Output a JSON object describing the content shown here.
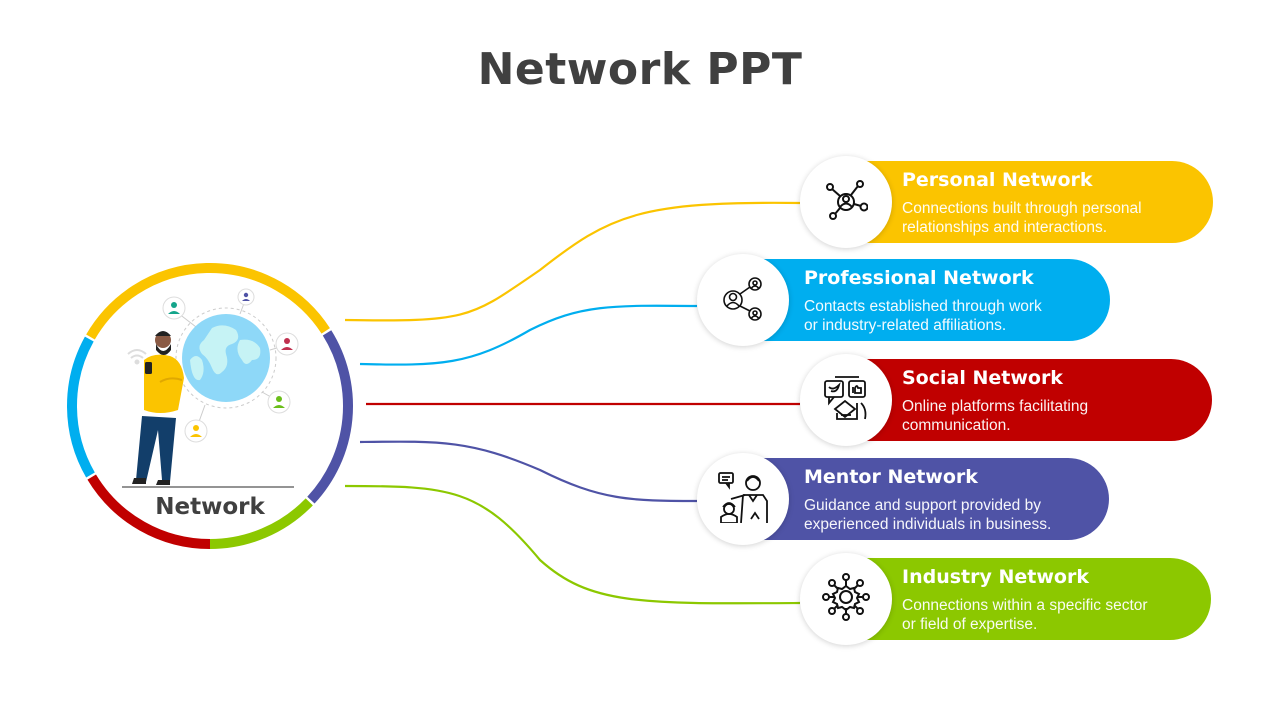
{
  "slide": {
    "title": "Network PPT",
    "center_label": "Network"
  },
  "colors": {
    "yellow": "#FBC400",
    "blue": "#00AEEF",
    "red": "#C00000",
    "indigo": "#4F53A6",
    "green": "#8CC800",
    "title_text": "#404040"
  },
  "items": [
    {
      "title": "Personal Network",
      "line1": "Connections built through personal",
      "line2": "relationships and interactions.",
      "icon": "person-network-icon",
      "color": "#FBC400"
    },
    {
      "title": "Professional Network",
      "line1": "Contacts established through work",
      "line2": "or industry-related affiliations.",
      "icon": "share-people-icon",
      "color": "#00AEEF"
    },
    {
      "title": "Social Network",
      "line1": "Online platforms facilitating",
      "line2": "communication.",
      "icon": "social-media-phone-icon",
      "color": "#C00000"
    },
    {
      "title": "Mentor Network",
      "line1": "Guidance and support provided by",
      "line2": "experienced individuals in business.",
      "icon": "mentor-teaching-icon",
      "color": "#4F53A6"
    },
    {
      "title": "Industry Network",
      "line1": "Connections within a specific sector",
      "line2": "or field of expertise.",
      "icon": "hub-network-icon",
      "color": "#8CC800"
    }
  ]
}
